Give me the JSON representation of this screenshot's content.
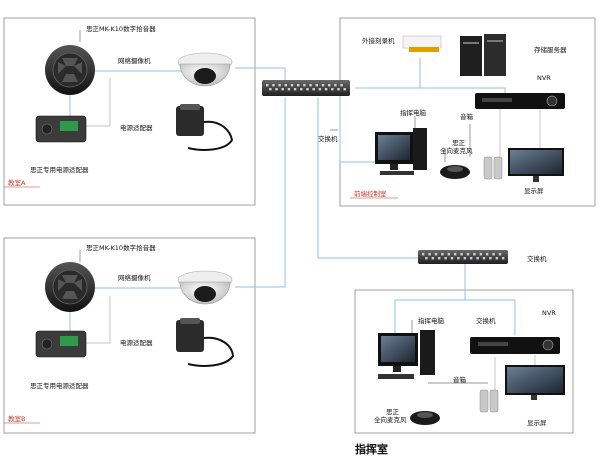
{
  "colors": {
    "cable": "#8fc3e0",
    "frame": "#8a8a8a",
    "tag_line": "#c0392b",
    "room_tag": "#c0392b"
  },
  "classroom_a": {
    "pickup_label": "思正MK-K10数字拾音器",
    "camera_label": "网络摄像机",
    "adapter_label": "电源适配器",
    "sz_adapter_label": "思正专用电源适配器",
    "room_tag": "教室A"
  },
  "classroom_b": {
    "pickup_label": "思正MK-K10数字拾音器",
    "camera_label": "网络摄像机",
    "adapter_label": "电源适配器",
    "sz_adapter_label": "思正专用电源适配器",
    "room_tag": "教室B"
  },
  "control_room": {
    "burner_label": "外接刻录机",
    "server_label": "存储服务器",
    "nvr_label": "NVR",
    "switch_label": "交换机",
    "pc_label": "指挥电脑",
    "speaker_label": "音箱",
    "mic_label_1": "思正",
    "mic_label_2": "全向麦克风",
    "display_label": "显示屏",
    "room_tag": "前端控制室"
  },
  "switch2_label": "交换机",
  "command_room": {
    "pc_label": "指挥电脑",
    "switch_label": "交换机",
    "nvr_label": "NVR",
    "speaker_label": "音箱",
    "mic_label_1": "思正",
    "mic_label_2": "全向麦克风",
    "display_label": "显示屏",
    "room_title": "指挥室"
  }
}
